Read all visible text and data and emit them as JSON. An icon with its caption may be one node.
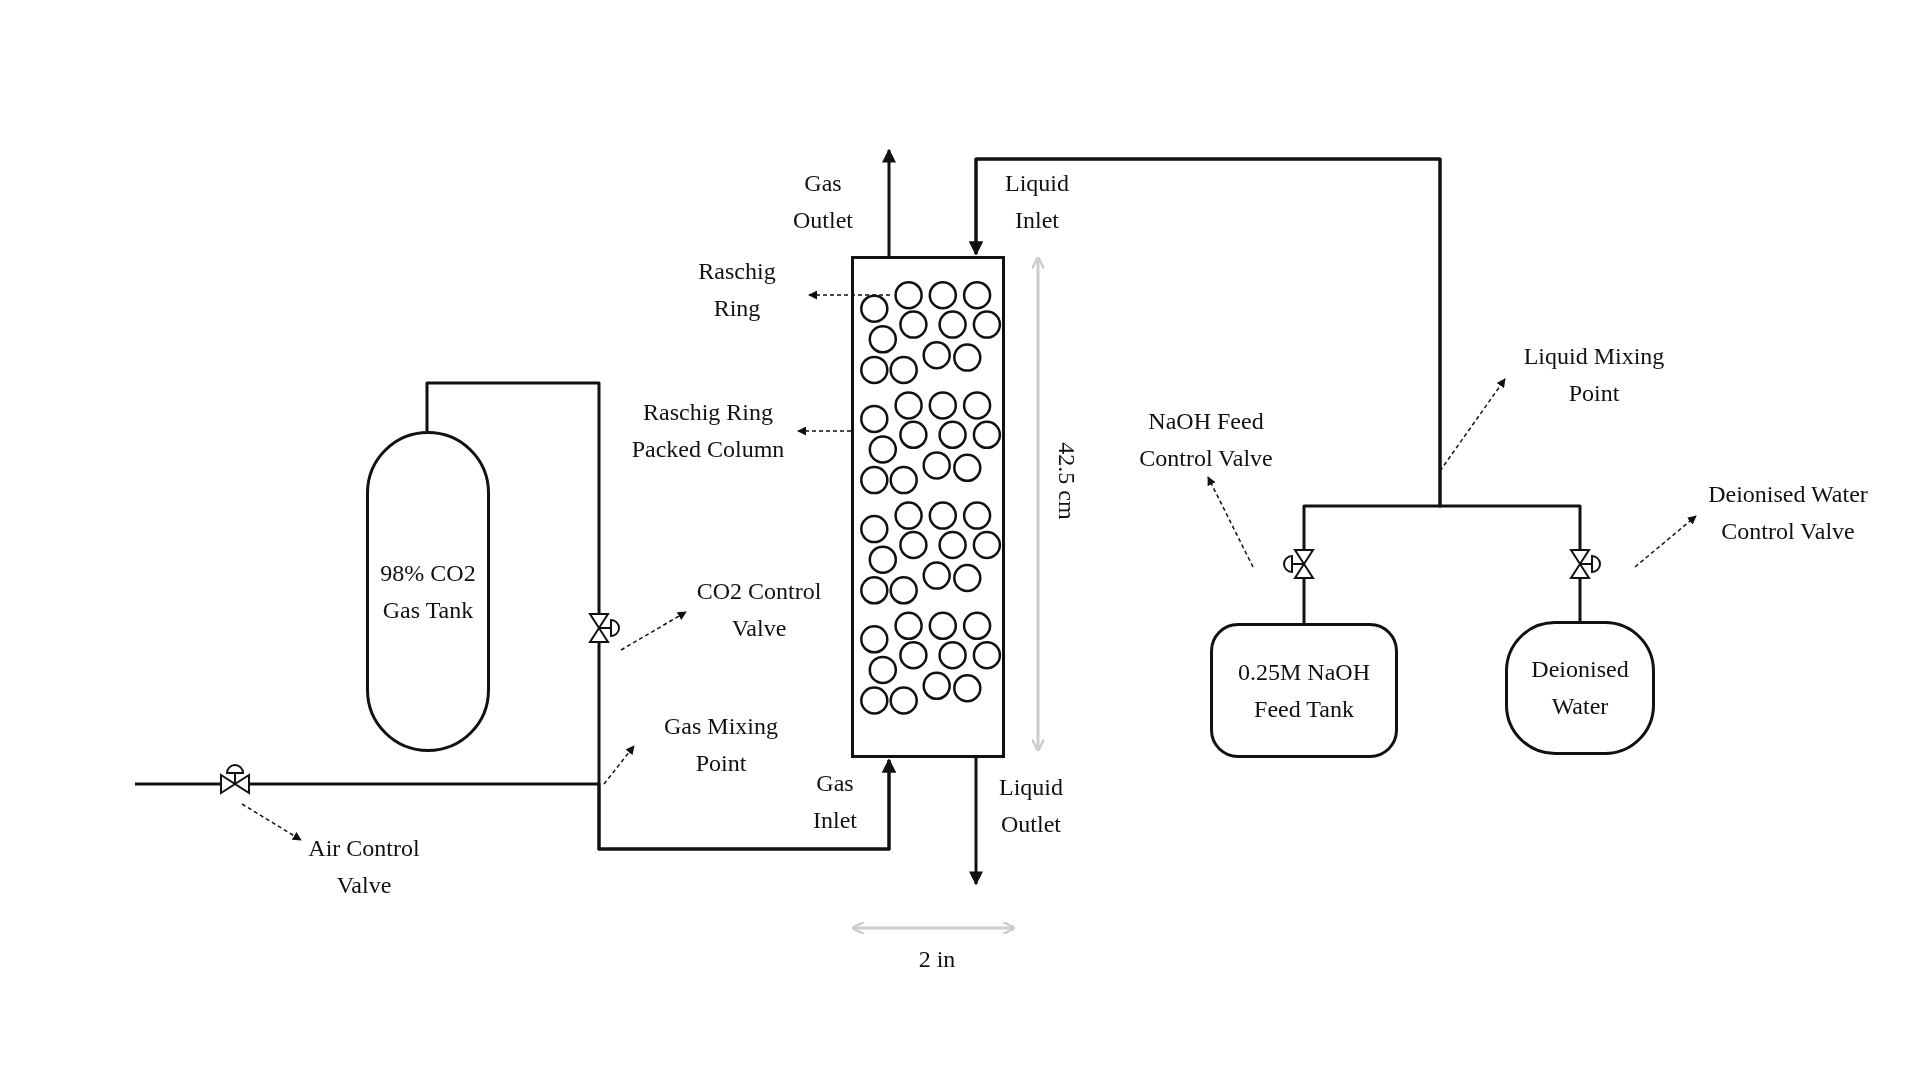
{
  "diagram": {
    "nodes": [
      {
        "text": [
          "98% CO2 Gas Tank"
        ]
      },
      {
        "text": [],
        "shape": "box"
      },
      {
        "text": [
          "0.25M NaOH Feed Tank"
        ]
      },
      {
        "text": [
          "Deionised Water"
        ]
      },
      {
        "text": [
          "Raschig Ring"
        ]
      },
      {
        "text": [
          "Raschig Ring Packed Column"
        ]
      },
      {
        "text": [
          "CO2 Control Valve"
        ]
      },
      {
        "text": [
          "Gas Mixing Point"
        ]
      },
      {
        "text": [
          "Air Control Valve"
        ]
      },
      {
        "text": [
          "NaOH Feed Control Valve"
        ]
      },
      {
        "text": [
          "Liquid Mixing Point"
        ]
      },
      {
        "text": [
          "Deionised Water Control Valve"
        ]
      },
      {
        "text": [],
        "shape": "valve"
      },
      {
        "text": [],
        "shape": "valve"
      },
      {
        "text": [],
        "shape": "valve"
      },
      {
        "text": [],
        "shape": "valve"
      }
    ],
    "edges": [
      {
        "from": 0,
        "to": 13,
        "arrow": "none"
      },
      {
        "from": null,
        "to": 12,
        "arrow": "none"
      },
      {
        "from": 12,
        "to": 1,
        "arrow": "to"
      },
      {
        "from": 13,
        "to": 1,
        "arrow": "to"
      },
      {
        "from": 1,
        "to": null,
        "arrow": "to"
      },
      {
        "from": 1,
        "to": null,
        "arrow": "to"
      },
      {
        "from": 14,
        "to": 1,
        "arrow": "to"
      },
      {
        "from": 15,
        "to": 1,
        "arrow": "to"
      },
      {
        "from": 2,
        "to": 14,
        "arrow": "none"
      },
      {
        "from": 3,
        "to": 15,
        "arrow": "none"
      },
      {
        "from": 12,
        "to": 8,
        "arrow": "to",
        "style": "dashed"
      },
      {
        "from": 13,
        "to": 6,
        "arrow": "to",
        "style": "dashed"
      },
      {
        "from": null,
        "to": 7,
        "arrow": "to",
        "style": "dashed"
      },
      {
        "from": 1,
        "to": 4,
        "arrow": "to",
        "style": "dashed"
      },
      {
        "from": 1,
        "to": 5,
        "arrow": "to",
        "style": "dashed"
      },
      {
        "from": 14,
        "to": 9,
        "arrow": "to",
        "style": "dashed"
      },
      {
        "from": null,
        "to": 10,
        "arrow": "to",
        "style": "dashed"
      },
      {
        "from": 15,
        "to": 11,
        "arrow": "to",
        "style": "dashed"
      }
    ],
    "labels": [
      "Gas Outlet",
      "Liquid Inlet",
      "Gas Inlet",
      "Liquid Outlet",
      "42.5 cm",
      "2 in"
    ]
  }
}
